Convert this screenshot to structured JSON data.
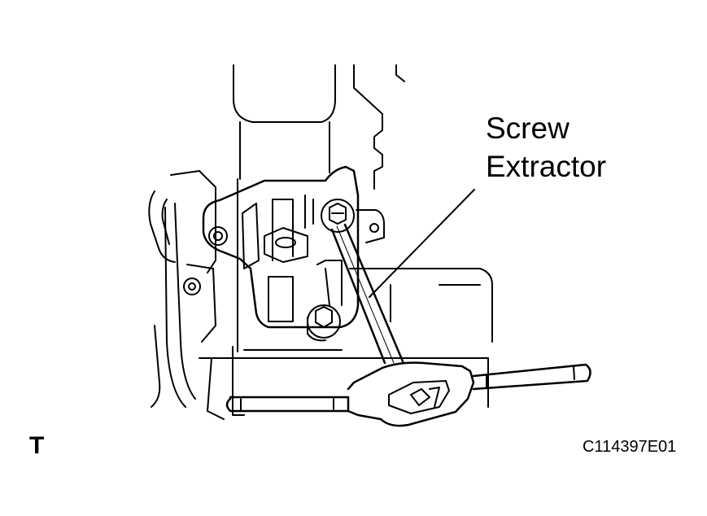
{
  "figure": {
    "callout": {
      "line1": "Screw",
      "line2": "Extractor"
    },
    "corner_mark": "T",
    "figure_id": "C114397E01"
  },
  "colors": {
    "ink": "#000000",
    "paper": "#ffffff"
  }
}
